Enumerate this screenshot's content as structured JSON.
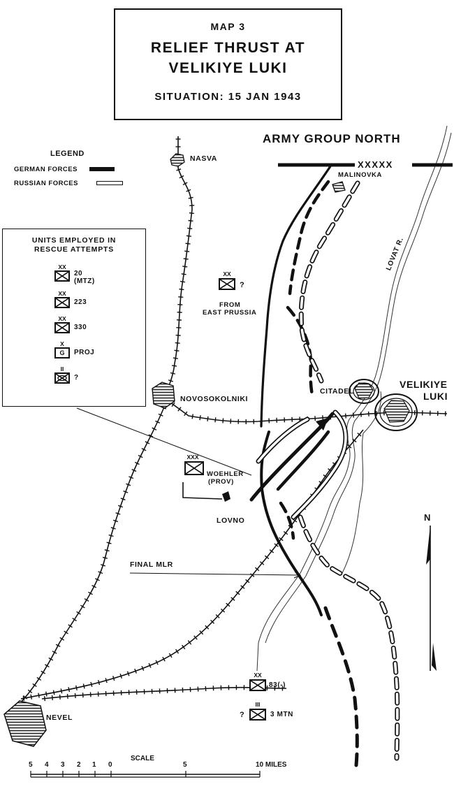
{
  "title": {
    "map_number": "MAP 3",
    "title_line1": "RELIEF THRUST AT",
    "title_line2": "VELIKIYE LUKI",
    "situation": "SITUATION: 15 JAN 1943"
  },
  "army_group": "ARMY GROUP NORTH",
  "boundary_symbol": "XXXXX",
  "legend": {
    "title": "LEGEND",
    "german": "GERMAN FORCES",
    "russian": "RUSSIAN FORCES",
    "german_color": "#111111",
    "russian_color": "#ffffff"
  },
  "units_box": {
    "header_line1": "UNITS EMPLOYED IN",
    "header_line2": "RESCUE ATTEMPTS",
    "units": [
      {
        "echelon": "XX",
        "name": "20",
        "name2": "(MTZ)"
      },
      {
        "echelon": "XX",
        "name": "223",
        "name2": ""
      },
      {
        "echelon": "XX",
        "name": "330",
        "name2": ""
      },
      {
        "echelon": "X",
        "name": "PROJ",
        "name2": "",
        "letter": "G"
      },
      {
        "echelon": "II",
        "name": "?",
        "name2": ""
      }
    ]
  },
  "places": {
    "nasva": "NASVA",
    "malinovka": "MALINOVKA",
    "novosokolniki": "NOVOSOKOLNIKI",
    "citadel": "CITADEL",
    "velikiye": "VELIKIYE",
    "luki": "LUKI",
    "lovno": "LOVNO",
    "nevel": "NEVEL",
    "lovat": "LOVAT R."
  },
  "map_units": {
    "east_prussia_echelon": "XX",
    "east_prussia_q": "?",
    "east_prussia_line1": "FROM",
    "east_prussia_line2": "EAST PRUSSIA",
    "woehler_echelon": "XXX",
    "woehler_line1": "WOEHLER",
    "woehler_line2": "(PROV)",
    "div83_echelon": "XX",
    "div83_name": "83(-)",
    "mtn_echelon": "III",
    "mtn_name": "3 MTN",
    "mtn_q": "?"
  },
  "final_mlr": "FINAL MLR",
  "north": "N",
  "scale": {
    "title": "SCALE",
    "ticks": [
      "5",
      "4",
      "3",
      "2",
      "1",
      "0",
      "5",
      "10 MILES"
    ]
  }
}
